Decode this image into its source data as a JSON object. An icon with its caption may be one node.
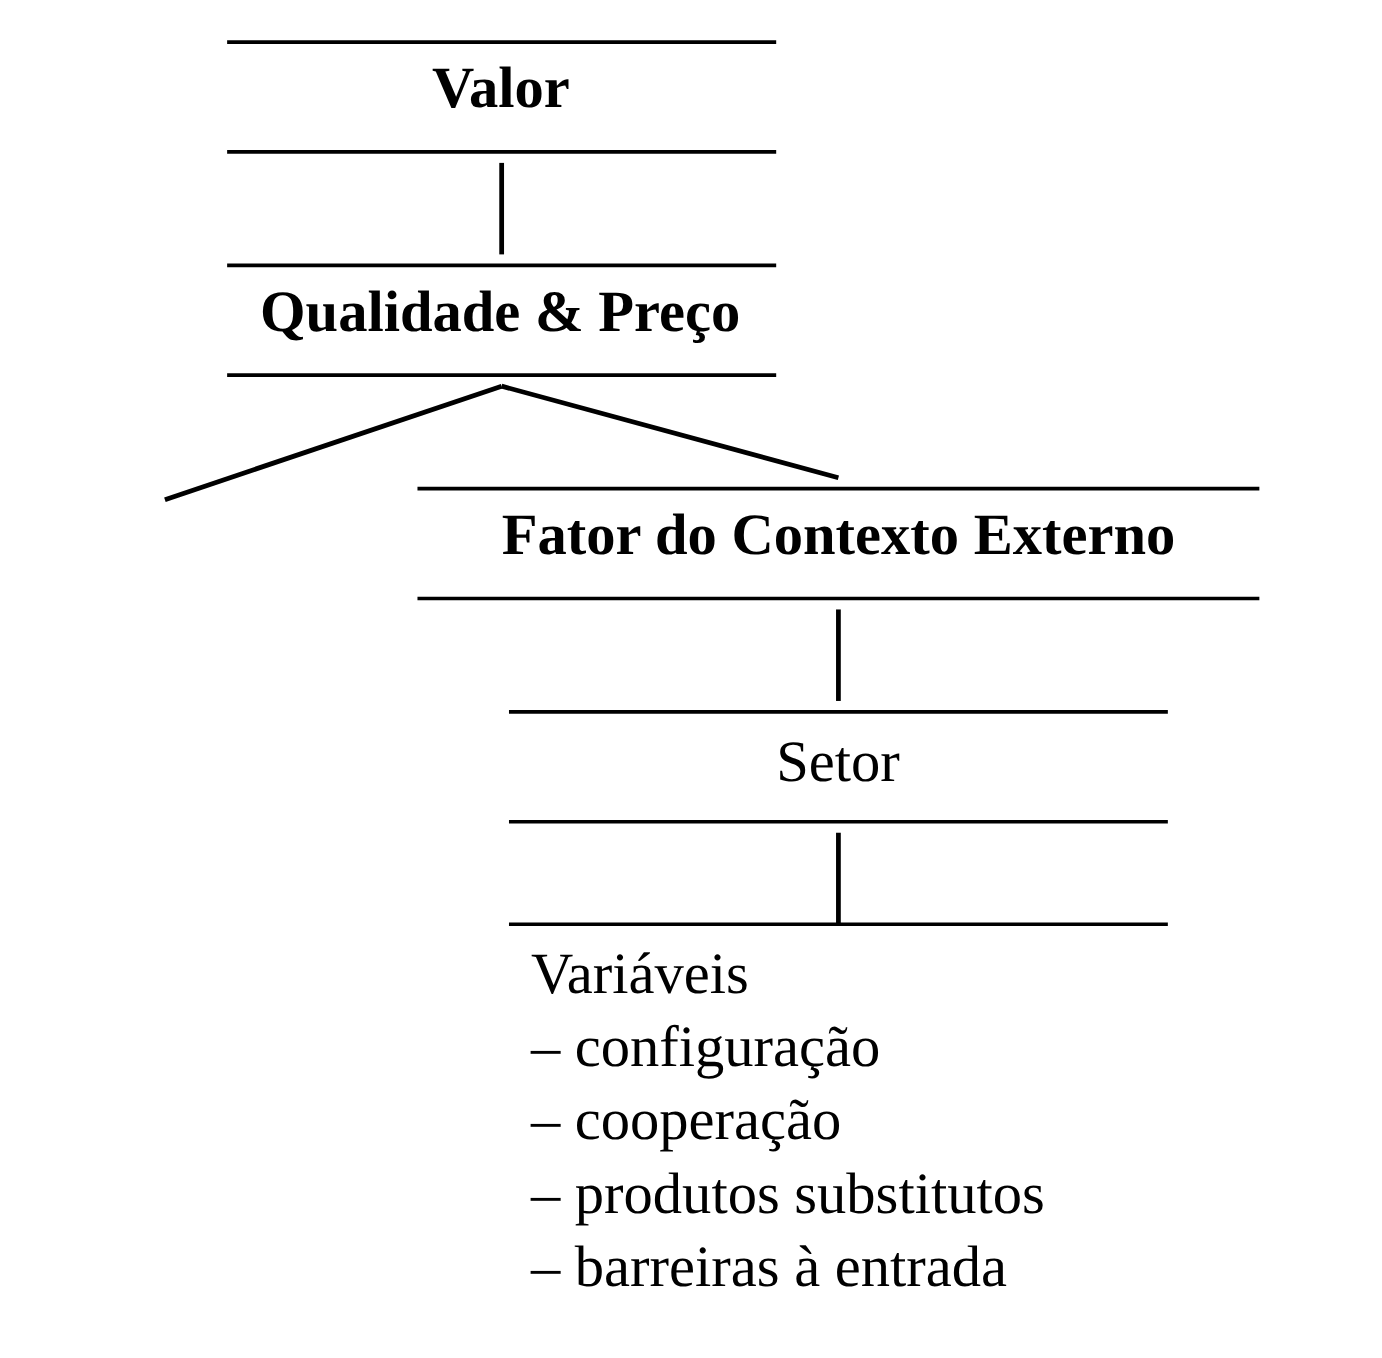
{
  "diagram": {
    "nodes": [
      {
        "text": [
          "Valor"
        ]
      },
      {
        "text": [
          "Qualidade & Preço"
        ]
      },
      {
        "text": [
          "Fator do Contexto Externo"
        ]
      },
      {
        "text": [
          "Setor"
        ]
      },
      {
        "text": [
          "Variáveis",
          "– configuração",
          "– cooperação",
          "– produtos substitutos",
          "– barreiras à entrada"
        ]
      }
    ],
    "edges": [
      {
        "from": 0,
        "to": 1,
        "arrow": "none"
      },
      {
        "from": 1,
        "to": null,
        "arrow": "none"
      },
      {
        "from": 1,
        "to": 2,
        "arrow": "none"
      },
      {
        "from": 2,
        "to": 3,
        "arrow": "none"
      },
      {
        "from": 3,
        "to": 4,
        "arrow": "none"
      }
    ]
  }
}
